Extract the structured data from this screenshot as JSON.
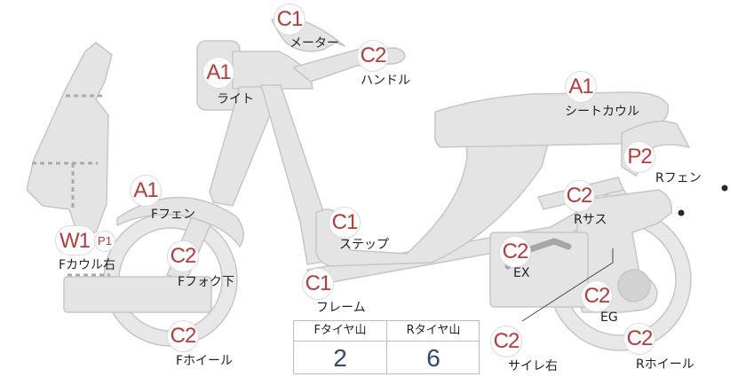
{
  "parts": [
    {
      "id": "meter",
      "grade": "C1",
      "label": "メーター"
    },
    {
      "id": "handle",
      "grade": "C2",
      "label": "ハンドル"
    },
    {
      "id": "light",
      "grade": "A1",
      "label": "ライト"
    },
    {
      "id": "seat-cowl",
      "grade": "A1",
      "label": "シートカウル"
    },
    {
      "id": "r-fender",
      "grade": "P2",
      "label": "Rフェン"
    },
    {
      "id": "f-fender",
      "grade": "A1",
      "label": "Fフェン"
    },
    {
      "id": "r-suspension",
      "grade": "C2",
      "label": "Rサス"
    },
    {
      "id": "step",
      "grade": "C1",
      "label": "ステップ"
    },
    {
      "id": "f-cowl-right",
      "grade": "W1",
      "sub_grade": "P1",
      "label": "Fカウル右"
    },
    {
      "id": "f-fork-lower",
      "grade": "C2",
      "label": "Fフォク下"
    },
    {
      "id": "exhaust",
      "grade": "C2",
      "label": "EX"
    },
    {
      "id": "frame",
      "grade": "C1",
      "label": "フレーム"
    },
    {
      "id": "engine",
      "grade": "C2",
      "label": "EG"
    },
    {
      "id": "f-wheel",
      "grade": "C2",
      "label": "Fホイール"
    },
    {
      "id": "muffler-right",
      "grade": "C2",
      "label": "サイレ右"
    },
    {
      "id": "r-wheel",
      "grade": "C2",
      "label": "Rホイール"
    }
  ],
  "tread": {
    "front_header": "Fタイヤ山",
    "rear_header": "Rタイヤ山",
    "front_value": "2",
    "rear_value": "6"
  },
  "colors": {
    "badge_text": "#b83b38",
    "part_fill": "#e4e4e4",
    "part_stroke": "#c6c6c6",
    "tread_value": "#2d4a7a"
  }
}
